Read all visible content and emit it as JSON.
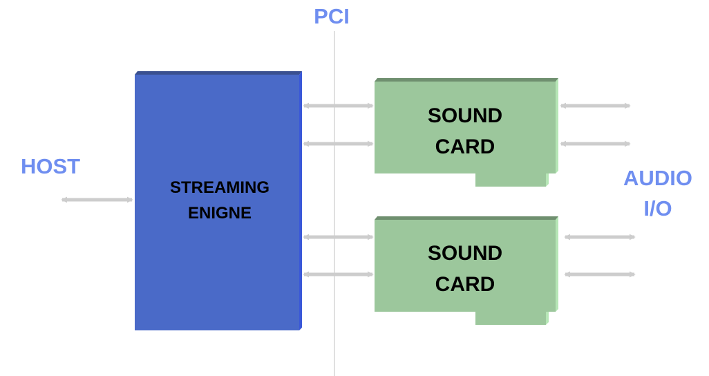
{
  "labels": {
    "pci": "PCI",
    "host": "HOST",
    "audio_line1": "AUDIO",
    "audio_line2": "I/O"
  },
  "engine": {
    "line1": "STREAMING",
    "line2": "ENIGNE"
  },
  "cards": [
    {
      "line1": "SOUND",
      "line2": "CARD"
    },
    {
      "line1": "SOUND",
      "line2": "CARD"
    }
  ],
  "colors": {
    "label": "#6f8ef0",
    "engine_fill": "#4a6ac8",
    "engine_top": "#3a5090",
    "engine_side": "#3a58d8",
    "card_fill": "#9cc79c",
    "card_top": "#6f8f6f",
    "card_side": "#b6e6b6",
    "arrow": "#cdcdcd",
    "bus_line": "#d6d6d6"
  }
}
